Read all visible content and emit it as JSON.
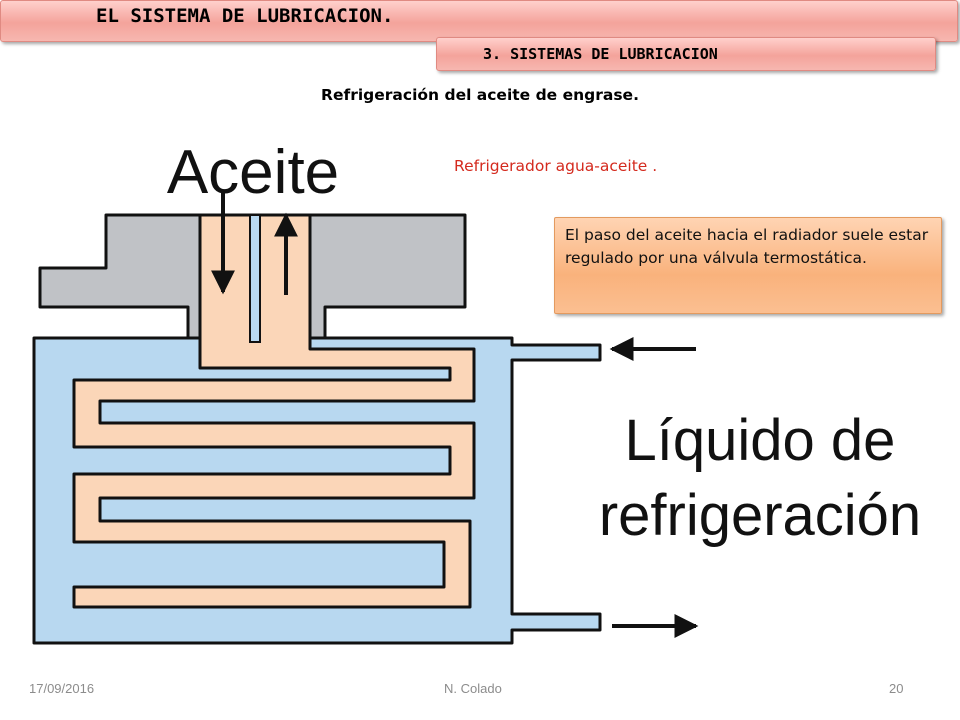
{
  "header": {
    "title": "EL SISTEMA DE LUBRICACION.",
    "section": "3. SISTEMAS DE LUBRICACION"
  },
  "slide": {
    "subtitle": "Refrigeración del aceite de engrase.",
    "red_note": "Refrigerador agua-aceite .",
    "callout": "El paso del aceite hacia el radiador suele estar regulado por una válvula termostática."
  },
  "diagram": {
    "label_oil": "Aceite",
    "label_coolant_line1": "Líquido de",
    "label_coolant_line2": "refrigeración",
    "colors": {
      "coolant": "#b8d8f0",
      "oil": "#fbd6b8",
      "housing": "#c0c2c6",
      "outline": "#111111"
    }
  },
  "footer": {
    "date": "17/09/2016",
    "author": "N. Colado",
    "page": "20"
  }
}
